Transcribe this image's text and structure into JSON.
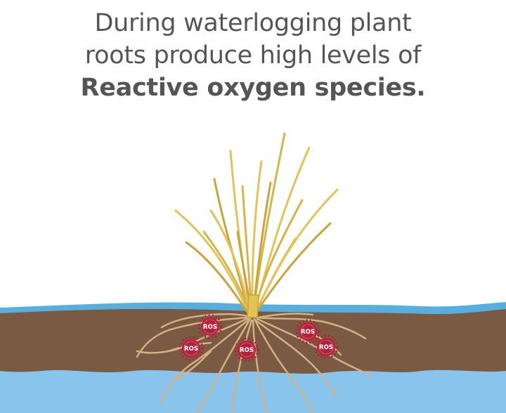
{
  "headline": {
    "line1": "During waterlogging plant",
    "line2": "roots produce high levels of",
    "line3": "Reactive oxygen species."
  },
  "ros_badges": [
    {
      "label": "ROS"
    },
    {
      "label": "ROS"
    },
    {
      "label": "ROS"
    },
    {
      "label": "ROS"
    },
    {
      "label": "ROS"
    }
  ],
  "colors": {
    "text": "#555555",
    "water": "#88c4ec",
    "water_surface": "#5aaede",
    "soil": "#7a5a42",
    "grass": "#e2c355",
    "root": "#d2b282",
    "ros": "#b3213a"
  }
}
